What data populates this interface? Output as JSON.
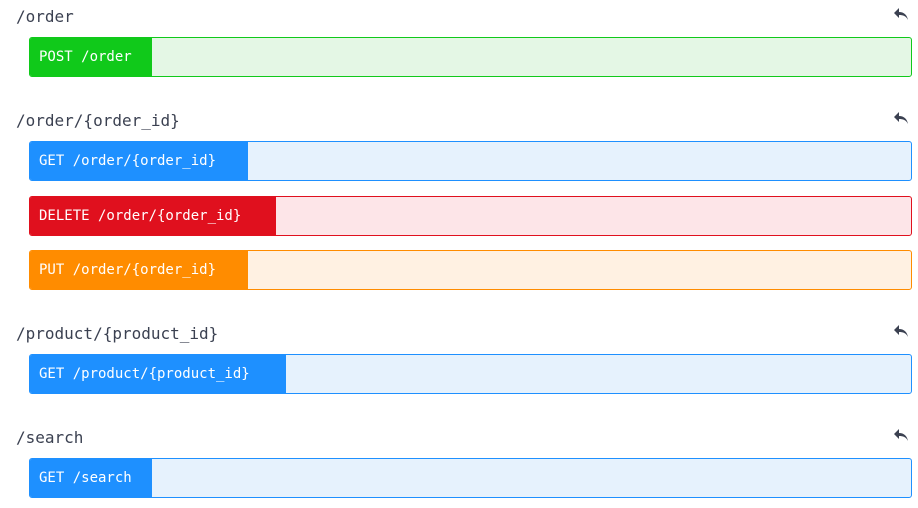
{
  "groups": [
    {
      "title": "/order",
      "operations": [
        {
          "label": "POST /order",
          "method": "POST"
        }
      ]
    },
    {
      "title": "/order/{order_id}",
      "operations": [
        {
          "label": "GET /order/{order_id}",
          "method": "GET"
        },
        {
          "label": "DELETE /order/{order_id}",
          "method": "DELETE"
        },
        {
          "label": "PUT /order/{order_id}",
          "method": "PUT"
        }
      ]
    },
    {
      "title": "/product/{product_id}",
      "operations": [
        {
          "label": "GET /product/{product_id}",
          "method": "GET"
        }
      ]
    },
    {
      "title": "/search",
      "operations": [
        {
          "label": "GET /search",
          "method": "GET"
        }
      ]
    }
  ],
  "icons": {
    "collapse": "reply-arrow-icon"
  },
  "colors": {
    "title_text": "#3b4151",
    "post_badge": "#10c91a",
    "post_bg": "#e4f7e5",
    "post_border": "#10c91a",
    "get_badge": "#1e90ff",
    "get_bg": "#e6f2fd",
    "get_border": "#1e90ff",
    "delete_badge": "#e0101e",
    "delete_bg": "#fde5e8",
    "delete_border": "#e0101e",
    "put_badge": "#ff8c00",
    "put_bg": "#fff1e2",
    "put_border": "#ff8c00"
  }
}
